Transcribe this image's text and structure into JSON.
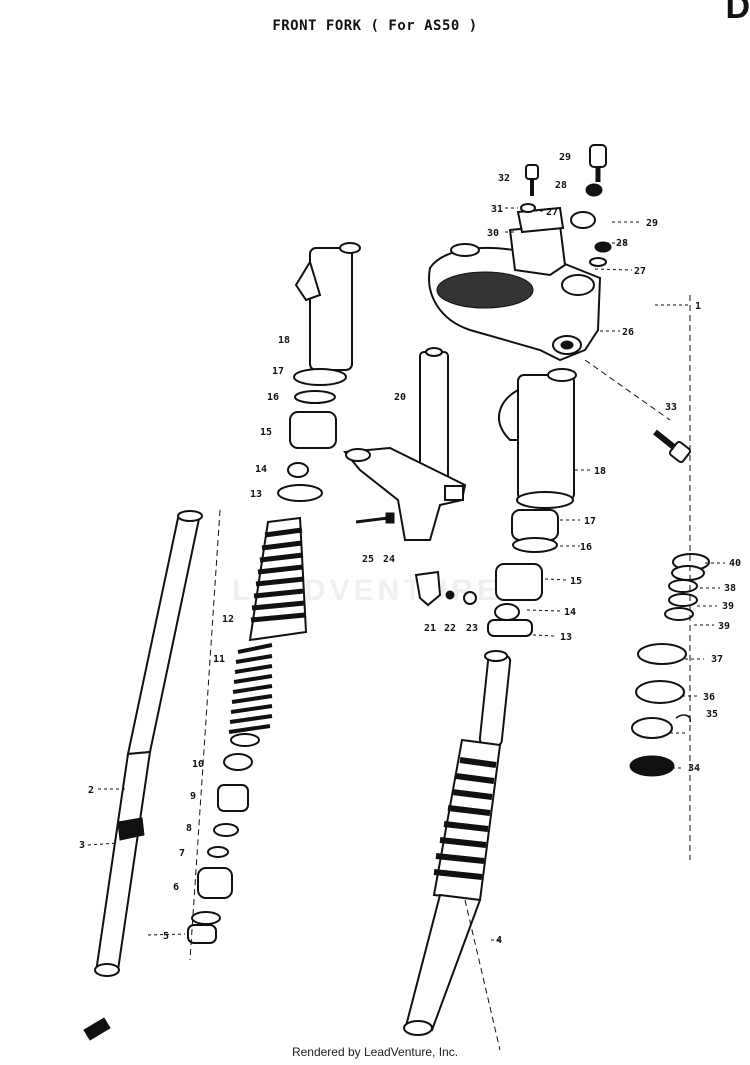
{
  "title": "FRONT FORK ( For AS50 )",
  "corner_mark": "D",
  "watermark": "LEADVENTURE",
  "footer": "Rendered by LeadVenture, Inc.",
  "callouts": [
    "1",
    "2",
    "3",
    "4",
    "5",
    "6",
    "7",
    "8",
    "9",
    "10",
    "11",
    "12",
    "13",
    "14",
    "15",
    "16",
    "17",
    "18",
    "20",
    "21",
    "22",
    "23",
    "24",
    "25",
    "26",
    "27",
    "28",
    "29",
    "30",
    "31",
    "32",
    "33",
    "34",
    "35",
    "36",
    "37",
    "38",
    "39",
    "40"
  ]
}
